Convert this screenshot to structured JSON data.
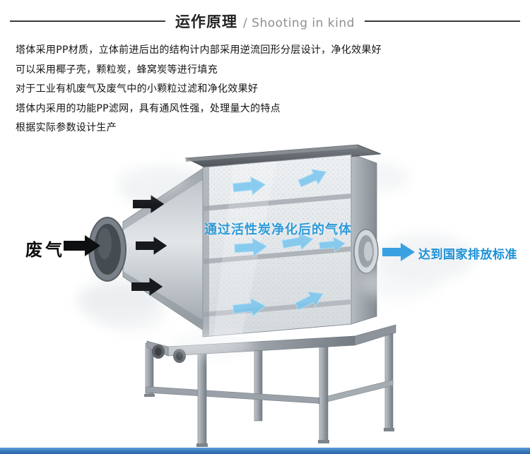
{
  "header": {
    "title": "运作原理",
    "subtitle": "/ Shooting in kind"
  },
  "description": {
    "lines": [
      "塔体采用PP材质，立体前进后出的结构计内部采用逆流回形分层设计，净化效果好",
      "可以采用椰子壳，颗粒炭，蜂窝炭等进行填充",
      "对于工业有机废气及废气中的小颗粒过滤和净化效果好",
      "塔体内采用的功能PP滤网，具有通风性强，处理量大的特点",
      "根据实际参数设计生产"
    ]
  },
  "diagram": {
    "inlet_label": "废气",
    "purified_label": "通过活性炭净化后的气体",
    "outcome_label": "达到国家排放标准",
    "icons": {
      "waste_gas_arrow": "black right arrow",
      "waste_flow_arrows": "black right arrows inside hood",
      "purified_flow_arrows": "light blue right/up arrows inside tower",
      "outlet_arrow": "blue right arrow"
    },
    "colors": {
      "purified_label_blue": "#2e9ad8",
      "standard_label_blue": "#1d91d6",
      "flow_arrow_blue": "#79c6ef",
      "outlet_arrow_blue": "#2e9be0",
      "waste_arrow_black": "#17191c",
      "bottom_bar_blue": "#3a77ba"
    }
  }
}
